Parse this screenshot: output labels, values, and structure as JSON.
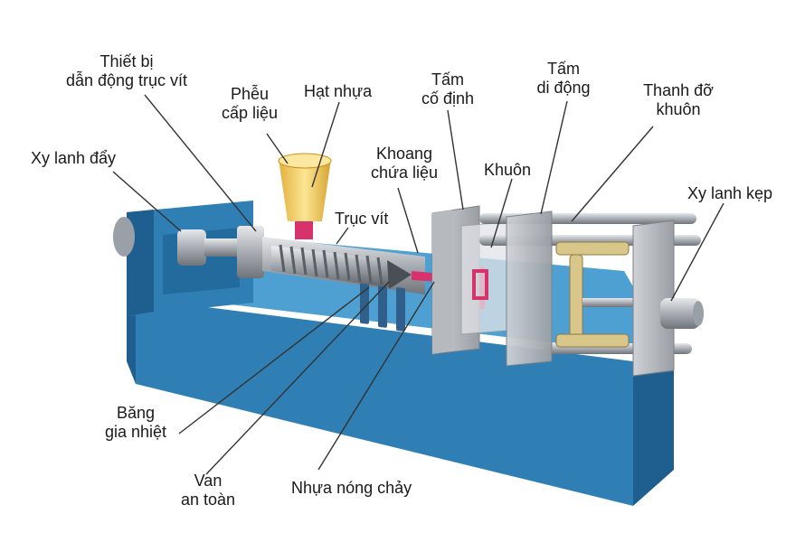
{
  "labels": {
    "screw_drive": [
      "Thiết bị",
      "dẫn động trục vít"
    ],
    "hopper": [
      "Phễu",
      "cấp liệu"
    ],
    "pellets": "Hạt nhựa",
    "fixed_plate": [
      "Tấm",
      "cố định"
    ],
    "moving_plate": [
      "Tấm",
      "di động"
    ],
    "mold_support_bar": [
      "Thanh đỡ",
      "khuôn"
    ],
    "push_cylinder": "Xy lanh đẩy",
    "barrel": [
      "Khoang",
      "chứa liệu"
    ],
    "mold": "Khuôn",
    "screw": "Trục vít",
    "clamp_cylinder": "Xy lanh kẹp",
    "heater_band": [
      "Băng",
      "gia nhiệt"
    ],
    "safety_valve": [
      "Van",
      "an toàn"
    ],
    "molten_plastic": "Nhựa nóng chảy"
  },
  "colors": {
    "base_blue": "#2f7fb5",
    "base_blue_dark": "#1f5f8f",
    "base_blue_light": "#4fa0d2",
    "steel": "#b8bcc2",
    "steel_dark": "#80858c",
    "hopper_yellow": "#f2c84b",
    "melt_pink": "#d6336c",
    "clamp_gold": "#d9c68a",
    "leader": "#333333"
  }
}
